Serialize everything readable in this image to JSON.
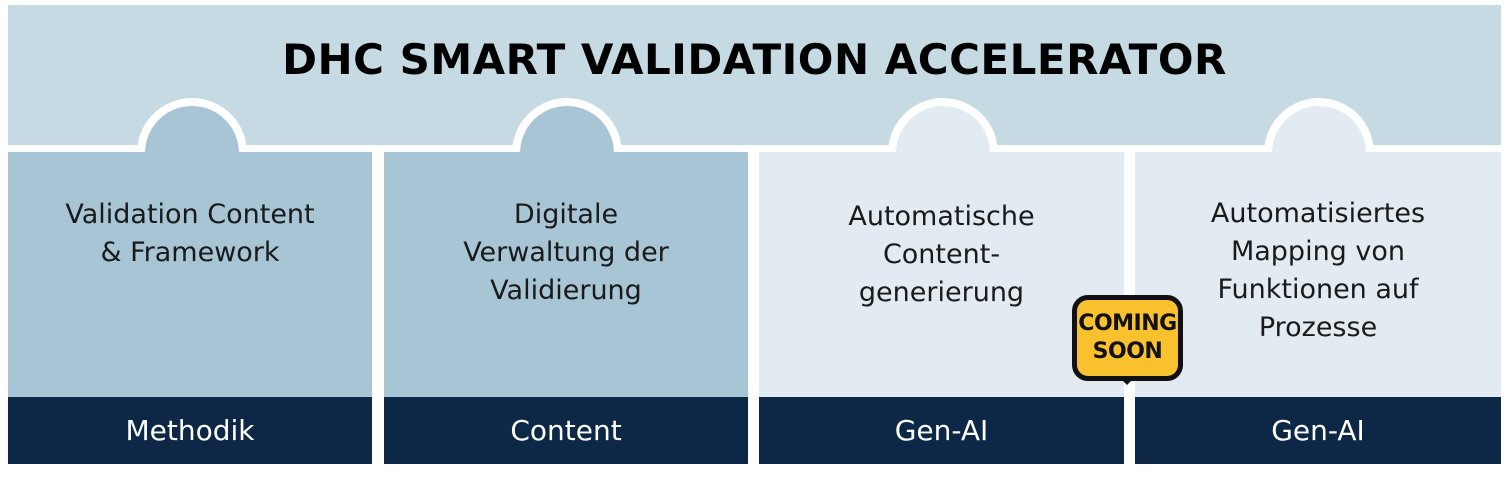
{
  "title": "DHC SMART VALIDATION ACCELERATOR",
  "colors": {
    "header_band": "#c5dae3",
    "panel_dark": "#a7c5d4",
    "panel_light": "#e1ebf1",
    "footer": "#0d2747",
    "badge": "#f9c12e"
  },
  "modules": [
    {
      "label": "Validation Content\n& Framework",
      "category": "Methodik"
    },
    {
      "label": "Digitale\nVerwaltung der\nValidierung",
      "category": "Content"
    },
    {
      "label": "Automatische\nContent-\ngenerierung",
      "category": "Gen-AI"
    },
    {
      "label": "Automatisiertes\nMapping von\nFunktionen auf\nProzesse",
      "category": "Gen-AI"
    }
  ],
  "badge": {
    "line1": "COMING",
    "line2": "SOON"
  }
}
